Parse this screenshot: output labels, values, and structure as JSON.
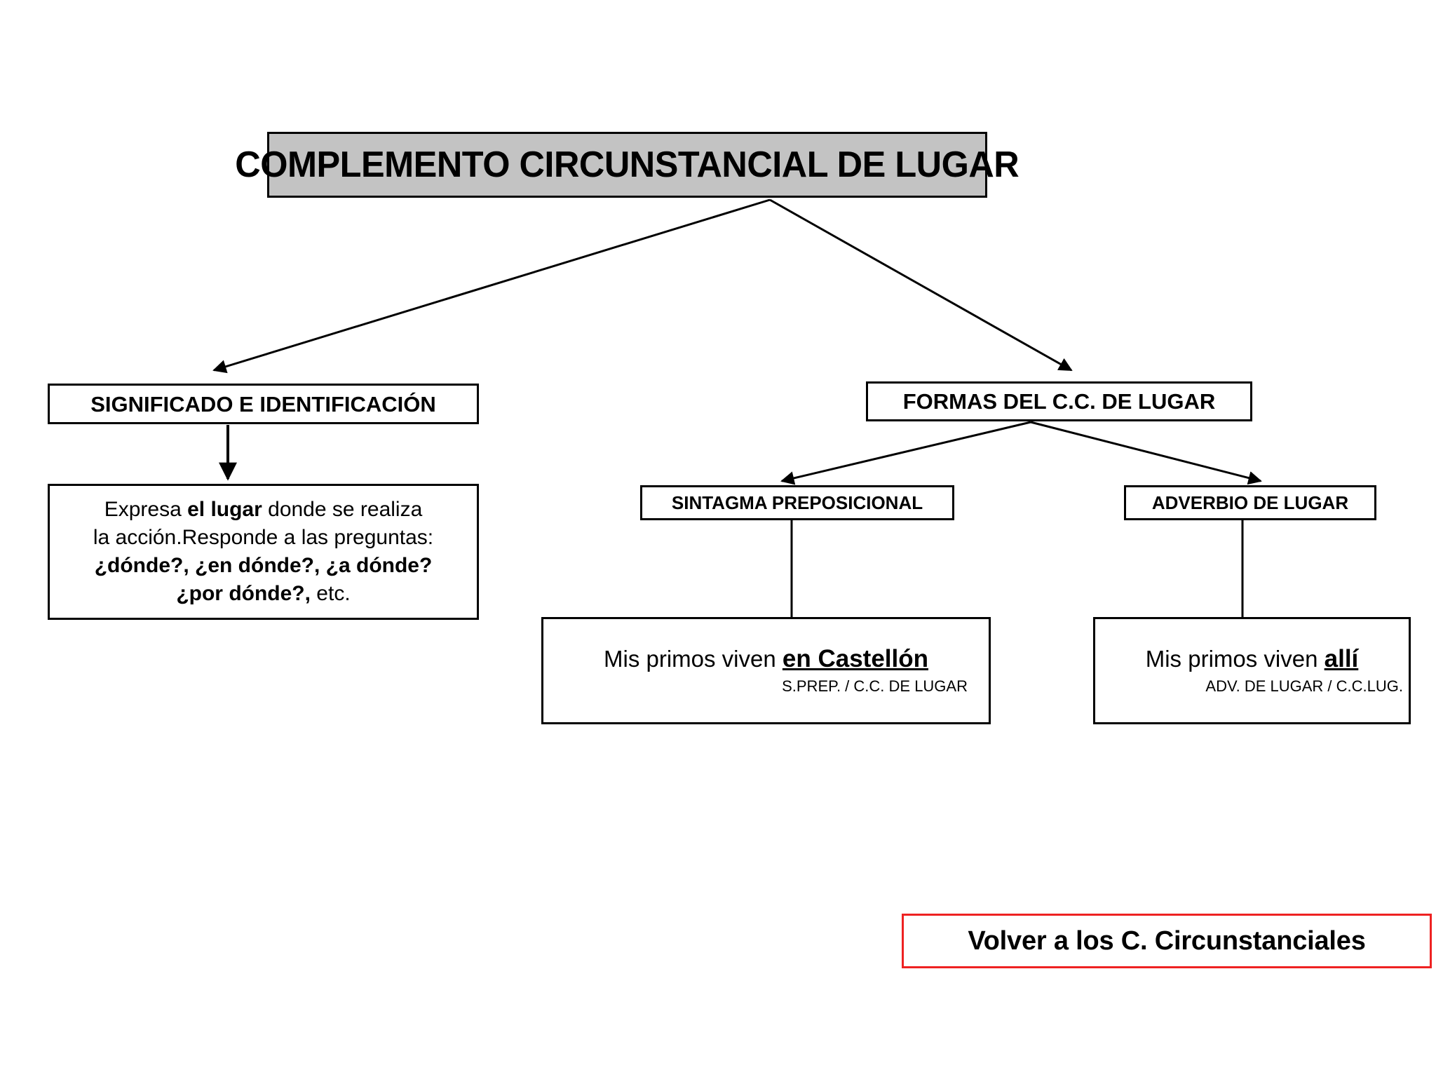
{
  "diagram": {
    "title": "COMPLEMENTO CIRCUNSTANCIAL DE LUGAR",
    "branches": {
      "left_label": "SIGNIFICADO E IDENTIFICACIÓN",
      "right_label": "FORMAS DEL C.C. DE LUGAR"
    },
    "description": {
      "line1_a": "Expresa ",
      "line1_b": "el lugar",
      "line1_c": " donde se realiza",
      "line2": "la acción.Responde a las preguntas:",
      "line3": "¿dónde?, ¿en dónde?, ¿a dónde?",
      "line4_a": "¿por dónde?,",
      "line4_b": " etc."
    },
    "forms": {
      "prepositional_label": "SINTAGMA PREPOSICIONAL",
      "adverb_label": "ADVERBIO DE LUGAR"
    },
    "examples": [
      {
        "sentence_prefix": "Mis primos viven ",
        "highlight": "en Castellón",
        "analysis": "S.PREP. / C.C. DE LUGAR"
      },
      {
        "sentence_prefix": "Mis primos viven ",
        "highlight": "allí",
        "analysis": "ADV. DE LUGAR / C.C.LUG."
      }
    ],
    "back_button": {
      "label": "Volver a los C. Circunstanciales",
      "border_color": "#ee2222"
    },
    "colors": {
      "title_fill": "#c3c3c3",
      "stroke": "#000000",
      "background": "#ffffff"
    }
  }
}
